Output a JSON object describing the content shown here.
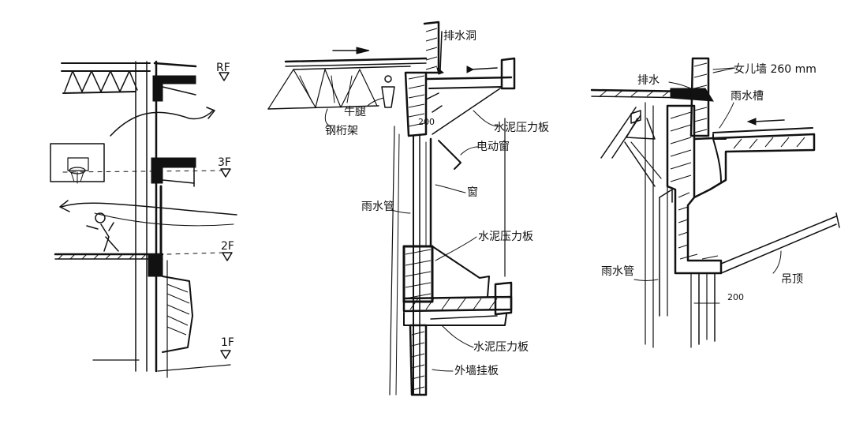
{
  "sketch1": {
    "roof_level": "RF",
    "level_3": "3F",
    "level_2": "2F",
    "level_1": "1F"
  },
  "sketch2": {
    "drain_hole": "排水洞",
    "steel_truss": "钢桁架",
    "corbel": "牛腿",
    "dim_200": "200",
    "cement_board_top": "水泥压力板",
    "motorized_window": "电动窗",
    "window": "窗",
    "rain_pipe": "雨水管",
    "cement_board_mid": "水泥压力板",
    "cement_board_low": "水泥压力板",
    "exterior_panel": "外墙挂板"
  },
  "sketch3": {
    "parapet": "女儿墙 260 mm",
    "drainage": "排水",
    "rain_gutter": "雨水槽",
    "rain_pipe": "雨水管",
    "ceiling": "吊顶",
    "dim_200": "200"
  },
  "colors": {
    "ink": "#111111",
    "paper": "#ffffff"
  }
}
